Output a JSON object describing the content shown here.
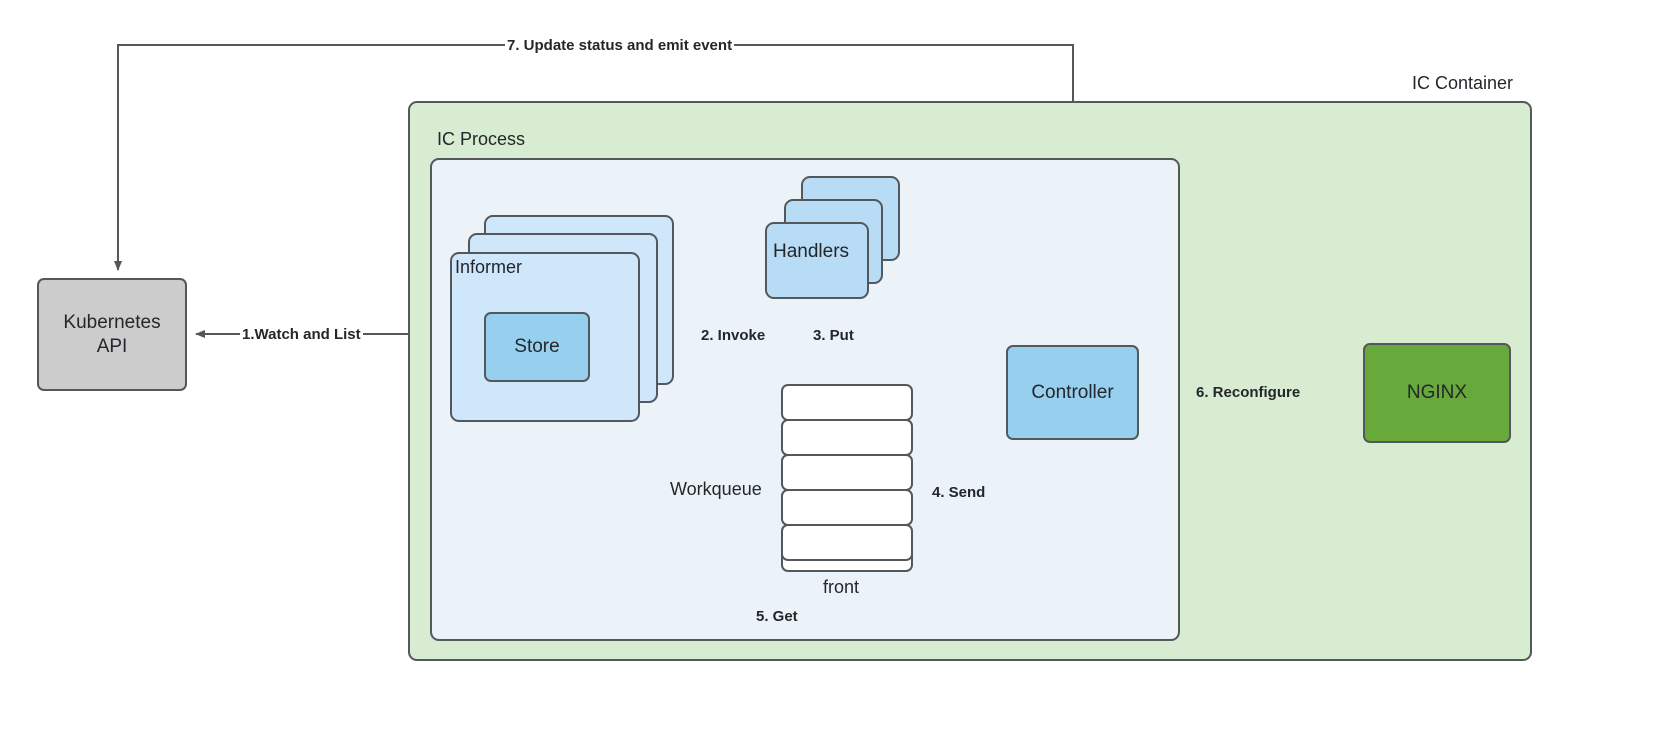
{
  "diagram": {
    "title_labels": {
      "ic_container": "IC Container",
      "ic_process": "IC Process"
    },
    "nodes": {
      "kubernetes_api": "Kubernetes\nAPI",
      "kubernetes_api_line1": "Kubernetes",
      "kubernetes_api_line2": "API",
      "informer": "Informer",
      "store": "Store",
      "handlers": "Handlers",
      "handlers_back_1": "Handlers",
      "handlers_back_2": "Handlers",
      "workqueue": "Workqueue",
      "workqueue_front": "front",
      "controller": "Controller",
      "nginx": "NGINX"
    },
    "edges": [
      {
        "id": "e1",
        "label": "1.Watch and List"
      },
      {
        "id": "e2",
        "label": "2. Invoke"
      },
      {
        "id": "e3",
        "label": "3. Put"
      },
      {
        "id": "e4",
        "label": "4. Send"
      },
      {
        "id": "e5",
        "label": "5. Get"
      },
      {
        "id": "e6",
        "label": "6. Reconfigure"
      },
      {
        "id": "e7",
        "label": "7. Update status and emit event"
      }
    ],
    "colors": {
      "container_green": "#d7ecd0",
      "panel_blue": "#ebf3f8",
      "card_blue": "#b8dcf5",
      "card_blue_light": "#cfe7fa",
      "box_blue": "#97cfee",
      "box_gray": "#cccccc",
      "box_green": "#68a93b",
      "stroke": "#54585c",
      "text": "#23272b"
    },
    "queue_cells": 5
  }
}
